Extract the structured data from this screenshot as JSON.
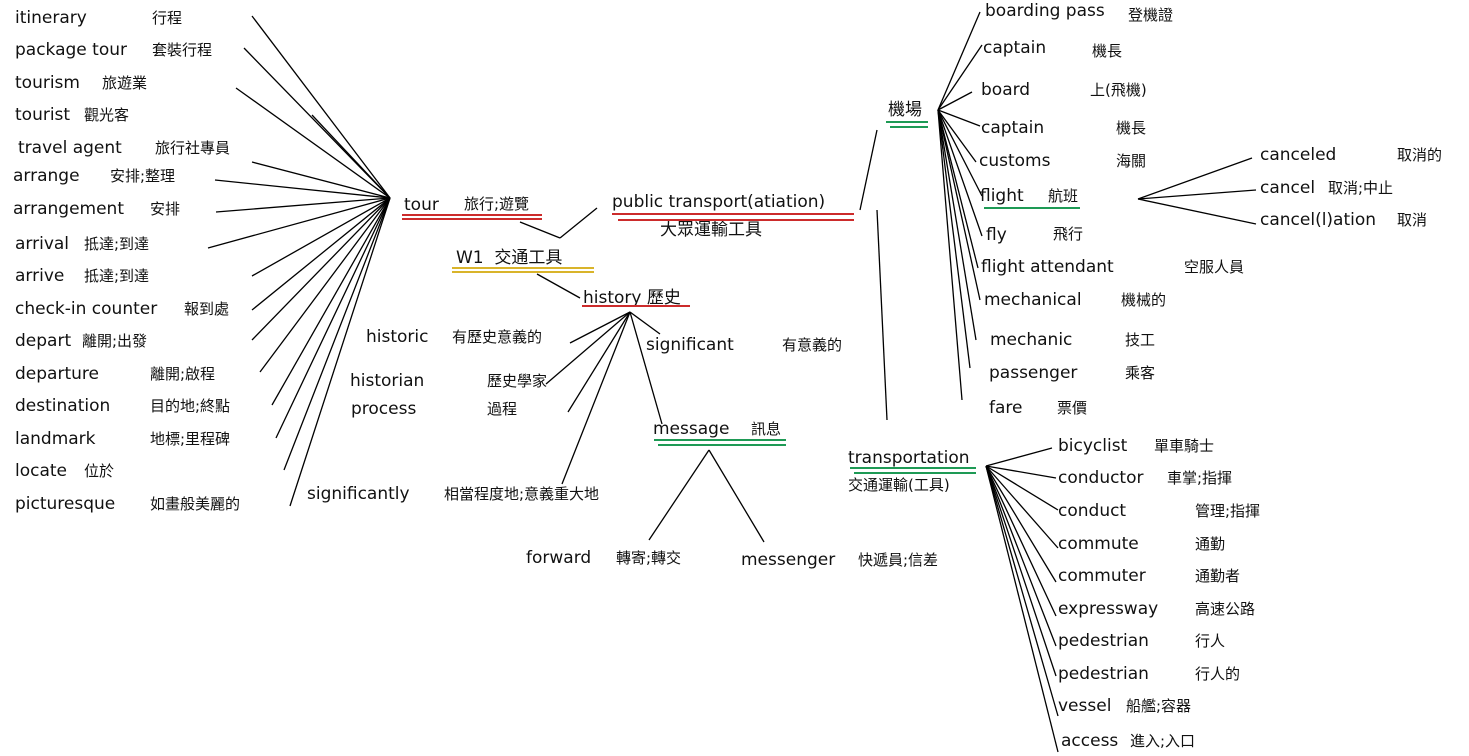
{
  "hubs": {
    "title": "W1  交通工具",
    "tour": "tour",
    "tour_zh": "旅行;遊覽",
    "public_transport": "public transport(atiation)",
    "public_transport_zh": "大眾運輸工具",
    "history": "history 歷史",
    "message": "message",
    "message_zh": "訊息",
    "airport": "機場",
    "flight": "flight",
    "flight_zh": "航班",
    "transportation": "transportation",
    "transportation_zh": "交通運輸(工具)"
  },
  "tour_words": [
    {
      "en": "itinerary",
      "zh": "行程"
    },
    {
      "en": "package tour",
      "zh": "套裝行程"
    },
    {
      "en": "tourism",
      "zh": "旅遊業"
    },
    {
      "en": "tourist",
      "zh": "觀光客"
    },
    {
      "en": "travel agent",
      "zh": "旅行社專員"
    },
    {
      "en": "arrange",
      "zh": "安排;整理"
    },
    {
      "en": "arrangement",
      "zh": "安排"
    },
    {
      "en": "arrival",
      "zh": "抵達;到達"
    },
    {
      "en": "arrive",
      "zh": "抵達;到達"
    },
    {
      "en": "check-in counter",
      "zh": "報到處"
    },
    {
      "en": "depart",
      "zh": "離開;出發"
    },
    {
      "en": "departure",
      "zh": "離開;啟程"
    },
    {
      "en": "destination",
      "zh": "目的地;終點"
    },
    {
      "en": "landmark",
      "zh": "地標;里程碑"
    },
    {
      "en": "locate",
      "zh": "位於"
    },
    {
      "en": "picturesque",
      "zh": "如畫般美麗的"
    }
  ],
  "history_words": [
    {
      "en": "historic",
      "zh": "有歷史意義的"
    },
    {
      "en": "historian",
      "zh": "歷史學家"
    },
    {
      "en": "process",
      "zh": "過程"
    },
    {
      "en": "significantly",
      "zh": "相當程度地;意義重大地"
    },
    {
      "en": "significant",
      "zh": "有意義的"
    }
  ],
  "message_words": [
    {
      "en": "forward",
      "zh": "轉寄;轉交"
    },
    {
      "en": "messenger",
      "zh": "快遞員;信差"
    }
  ],
  "airport_words": [
    {
      "en": "boarding pass",
      "zh": "登機證"
    },
    {
      "en": "captain",
      "zh": "機長"
    },
    {
      "en": "board",
      "zh": "上(飛機)"
    },
    {
      "en": "captain",
      "zh": "機長"
    },
    {
      "en": "customs",
      "zh": "海關"
    },
    {
      "en": "fly",
      "zh": "飛行"
    },
    {
      "en": "flight attendant",
      "zh": "空服人員"
    },
    {
      "en": "mechanical",
      "zh": "機械的"
    },
    {
      "en": "mechanic",
      "zh": "技工"
    },
    {
      "en": "passenger",
      "zh": "乘客"
    },
    {
      "en": "fare",
      "zh": "票價"
    }
  ],
  "flight_words": [
    {
      "en": "canceled",
      "zh": "取消的"
    },
    {
      "en": "cancel",
      "zh": "取消;中止"
    },
    {
      "en": "cancel(l)ation",
      "zh": "取消"
    }
  ],
  "transportation_words": [
    {
      "en": "bicyclist",
      "zh": "單車騎士"
    },
    {
      "en": "conductor",
      "zh": "車掌;指揮"
    },
    {
      "en": "conduct",
      "zh": "管理;指揮"
    },
    {
      "en": "commute",
      "zh": "通勤"
    },
    {
      "en": "commuter",
      "zh": "通勤者"
    },
    {
      "en": "expressway",
      "zh": "高速公路"
    },
    {
      "en": "pedestrian",
      "zh": "行人"
    },
    {
      "en": "pedestrian",
      "zh": "行人的"
    },
    {
      "en": "vessel",
      "zh": "船艦;容器"
    },
    {
      "en": "access",
      "zh": "進入;入口"
    }
  ],
  "colors": {
    "red": "#cc2b2b",
    "green": "#1e9a55",
    "yellow": "#d9b42a"
  }
}
